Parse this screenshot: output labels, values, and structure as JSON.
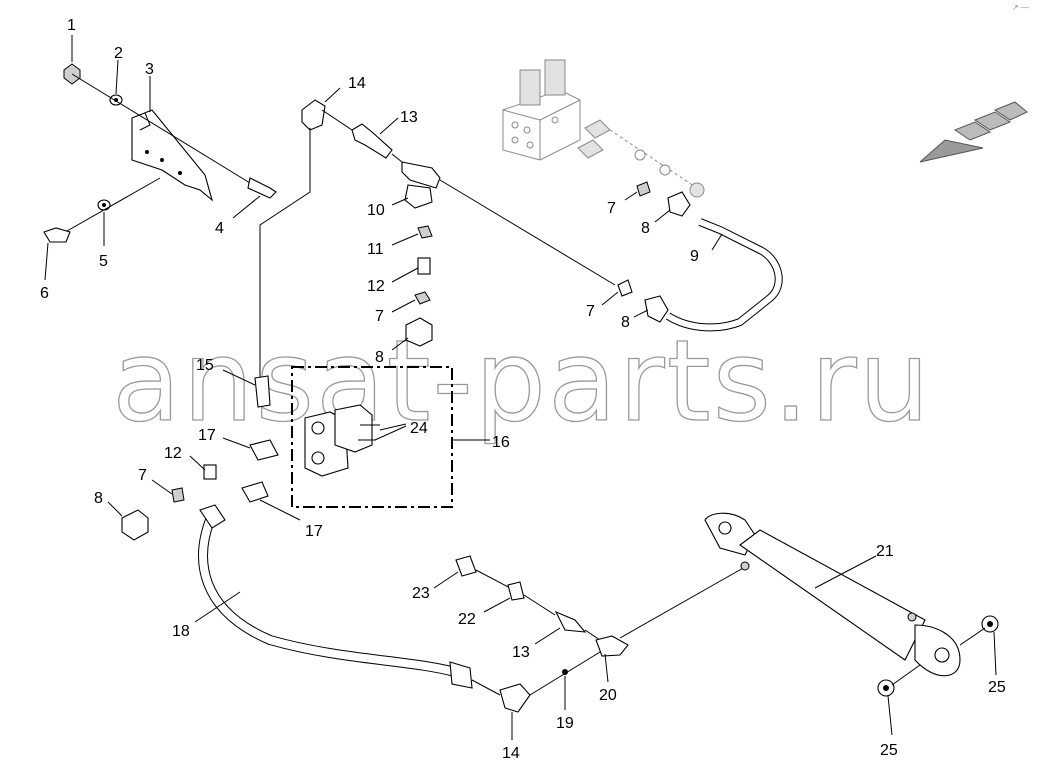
{
  "watermark": "ansat-parts.ru",
  "corner_mark": "↗ —",
  "callouts": [
    "1",
    "2",
    "3",
    "4",
    "5",
    "6",
    "7",
    "8",
    "9",
    "10",
    "11",
    "12",
    "13",
    "14",
    "15",
    "16",
    "17",
    "18",
    "19",
    "20",
    "21",
    "22",
    "23",
    "24",
    "25"
  ],
  "labels": {
    "c1": "1",
    "c2": "2",
    "c3": "3",
    "c4": "4",
    "c5": "5",
    "c6": "6",
    "c7a": "7",
    "c8a": "8",
    "c9": "9",
    "c14a": "14",
    "c13a": "13",
    "c10": "10",
    "c11": "11",
    "c12a": "12",
    "c7b": "7",
    "c8b": "8",
    "c7c": "7",
    "c8c": "8",
    "c15": "15",
    "c17a": "17",
    "c12b": "12",
    "c7d": "7",
    "c8d": "8",
    "c17b": "17",
    "c24": "24",
    "c16": "16",
    "c18": "18",
    "c23": "23",
    "c22": "22",
    "c13b": "13",
    "c19": "19",
    "c14b": "14",
    "c20": "20",
    "c21": "21",
    "c25a": "25",
    "c25b": "25"
  }
}
